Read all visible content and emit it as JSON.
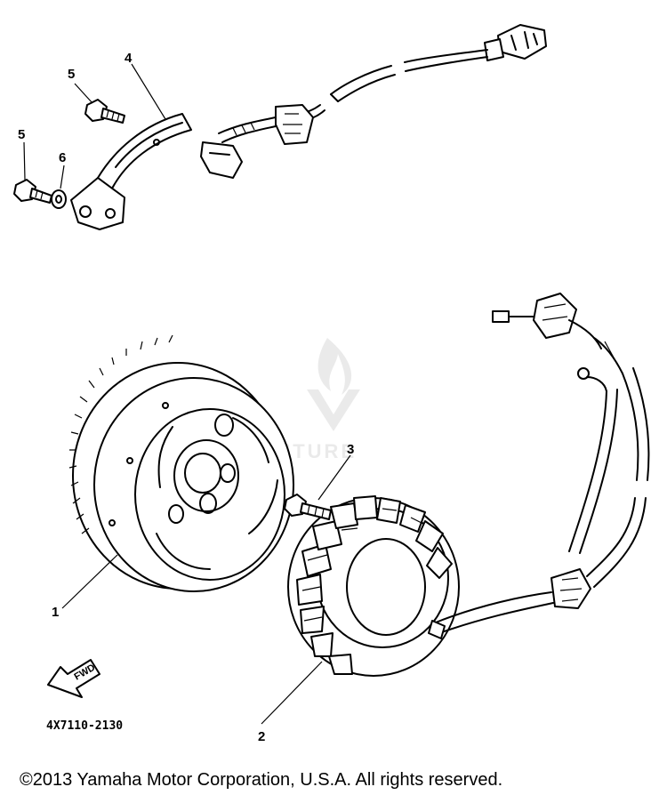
{
  "callouts": [
    {
      "id": "1",
      "label": "1"
    },
    {
      "id": "2",
      "label": "2"
    },
    {
      "id": "3",
      "label": "3"
    },
    {
      "id": "4",
      "label": "4"
    },
    {
      "id": "5a",
      "label": "5"
    },
    {
      "id": "5b",
      "label": "5"
    },
    {
      "id": "6",
      "label": "6"
    }
  ],
  "fwd_label": "FWD",
  "part_code": "4X7110-2130",
  "watermark": "VENTURE",
  "copyright": "©2013 Yamaha Motor Corporation, U.S.A. All rights reserved."
}
